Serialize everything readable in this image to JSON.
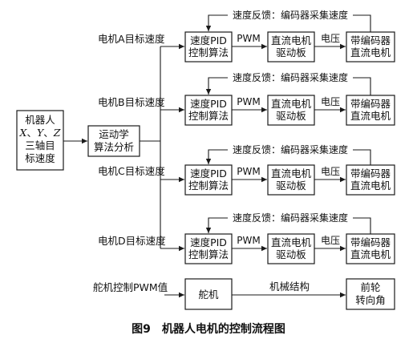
{
  "robot_box": {
    "line1": "机器人",
    "line2_x": "X",
    "line2_sep1": "、",
    "line2_y": "Y",
    "line2_sep2": "、",
    "line2_z": "Z",
    "line3": "三轴目",
    "line4": "标速度"
  },
  "kinematics_box": {
    "line1": "运动学",
    "line2": "算法分析"
  },
  "motors": [
    {
      "target_label": "电机A目标速度",
      "pid_line1": "速度PID",
      "pid_line2": "控制算法",
      "pwm_label": "PWM",
      "driver_line1": "直流电机",
      "driver_line2": "驱动板",
      "voltage_label": "电压",
      "motor_line1": "带编码器",
      "motor_line2": "直流电机",
      "feedback_label": "速度反馈：编码器采集速度"
    },
    {
      "target_label": "电机B目标速度",
      "pid_line1": "速度PID",
      "pid_line2": "控制算法",
      "pwm_label": "PWM",
      "driver_line1": "直流电机",
      "driver_line2": "驱动板",
      "voltage_label": "电压",
      "motor_line1": "带编码器",
      "motor_line2": "直流电机",
      "feedback_label": "速度反馈：编码器采集速度"
    },
    {
      "target_label": "电机C目标速度",
      "pid_line1": "速度PID",
      "pid_line2": "控制算法",
      "pwm_label": "PWM",
      "driver_line1": "直流电机",
      "driver_line2": "驱动板",
      "voltage_label": "电压",
      "motor_line1": "带编码器",
      "motor_line2": "直流电机",
      "feedback_label": "速度反馈：编码器采集速度"
    },
    {
      "target_label": "电机D目标速度",
      "pid_line1": "速度PID",
      "pid_line2": "控制算法",
      "pwm_label": "PWM",
      "driver_line1": "直流电机",
      "driver_line2": "驱动板",
      "voltage_label": "电压",
      "motor_line1": "带编码器",
      "motor_line2": "直流电机",
      "feedback_label": "速度反馈：编码器采集速度"
    }
  ],
  "servo_row": {
    "input_label": "舵机控制PWM值",
    "servo_box": "舵机",
    "mech_label": "机械结构",
    "front_line1": "前轮",
    "front_line2": "转向角"
  },
  "caption": "图9　机器人电机的控制流程图"
}
